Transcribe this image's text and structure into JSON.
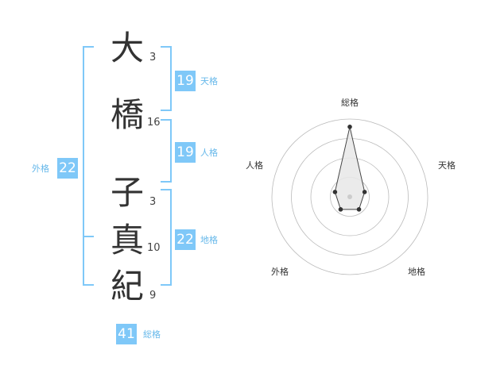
{
  "name_chars": [
    {
      "char": "大",
      "strokes": "3"
    },
    {
      "char": "橋",
      "strokes": "16"
    },
    {
      "char": "子",
      "strokes": "3"
    },
    {
      "char": "真",
      "strokes": "10"
    },
    {
      "char": "紀",
      "strokes": "9"
    }
  ],
  "kaku": {
    "tenkaku": {
      "value": "19",
      "label": "天格"
    },
    "jinkaku": {
      "value": "19",
      "label": "人格"
    },
    "chikaku": {
      "value": "22",
      "label": "地格"
    },
    "gaikaku": {
      "value": "22",
      "label": "外格"
    },
    "soukaku": {
      "value": "41",
      "label": "総格"
    }
  },
  "radar": {
    "axes": [
      "総格",
      "天格",
      "地格",
      "外格",
      "人格"
    ],
    "values": [
      4.5,
      1,
      1,
      1,
      1
    ],
    "max": 5,
    "rings": 4,
    "colors": {
      "ring": "#bbbbbb",
      "fill": "#e8e8e8",
      "stroke": "#444444",
      "point": "#333333",
      "center": "#cccccc"
    }
  }
}
